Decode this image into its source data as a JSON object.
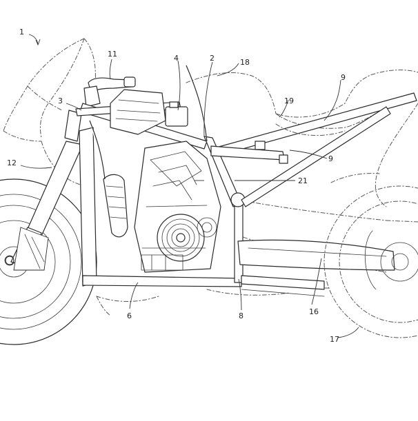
{
  "labels": [
    {
      "id": "ref-1",
      "text": "1"
    },
    {
      "id": "ref-2",
      "text": "2"
    },
    {
      "id": "ref-3",
      "text": "3"
    },
    {
      "id": "ref-4",
      "text": "4"
    },
    {
      "id": "ref-6",
      "text": "6"
    },
    {
      "id": "ref-8",
      "text": "8"
    },
    {
      "id": "ref-9a",
      "text": "9"
    },
    {
      "id": "ref-9b",
      "text": "9"
    },
    {
      "id": "ref-11",
      "text": "11"
    },
    {
      "id": "ref-12",
      "text": "12"
    },
    {
      "id": "ref-16",
      "text": "16"
    },
    {
      "id": "ref-17",
      "text": "17"
    },
    {
      "id": "ref-18",
      "text": "18"
    },
    {
      "id": "ref-19",
      "text": "19"
    },
    {
      "id": "ref-21",
      "text": "21"
    }
  ]
}
